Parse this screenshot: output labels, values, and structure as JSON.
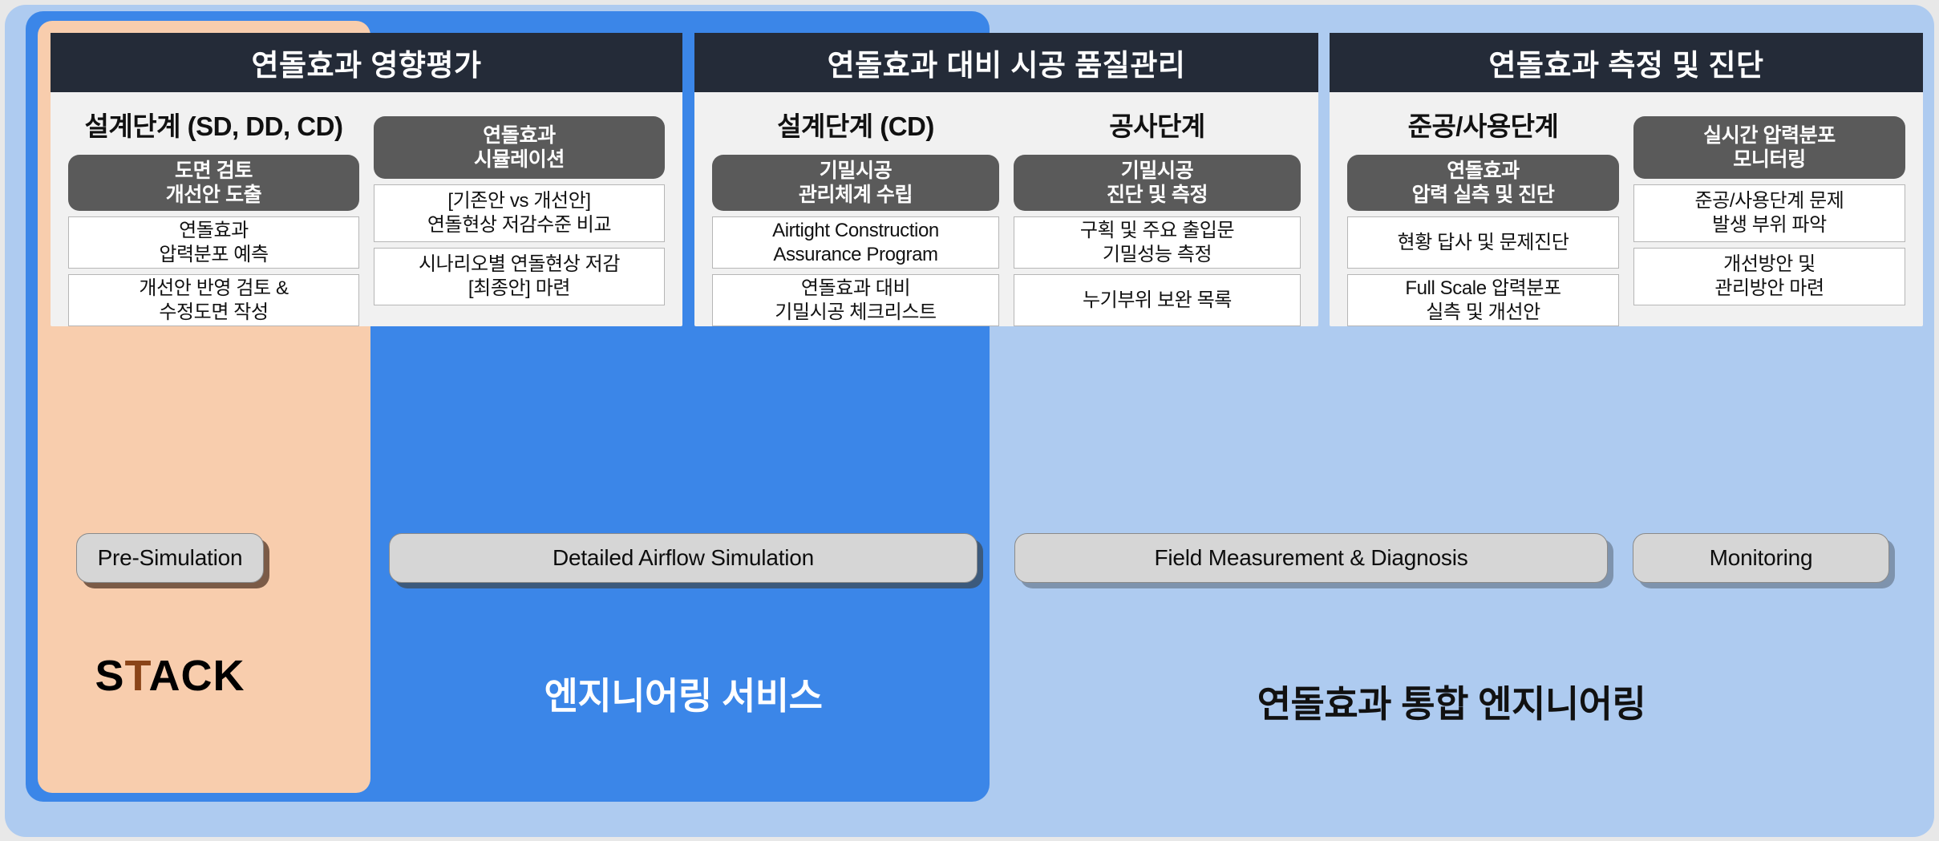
{
  "colors": {
    "outer_background": "#e8e8e8",
    "light_blue_container": "#aecbf0",
    "blue_container": "#3b86e8",
    "peach_band": "#f8cdad",
    "panel_background": "#f1f1f1",
    "panel_header": "#242b38",
    "dark_chip": "#5a5a5a",
    "white_box": "#ffffff",
    "pill": "#d6d6d6",
    "stack_accent": "#8a4418"
  },
  "panels": [
    {
      "title": "연돌효과 영향평가",
      "columns": [
        {
          "stage": "설계단계 (SD, DD, CD)",
          "chip": "도면 검토\n개선안 도출",
          "chip_lines": [
            "도면 검토",
            "개선안 도출"
          ],
          "items": [
            {
              "lines": [
                "연돌효과",
                "압력분포 예측"
              ]
            },
            {
              "lines": [
                "개선안 반영 검토 &",
                "수정도면 작성"
              ]
            }
          ]
        },
        {
          "stage": "",
          "chip_lines": [
            "연돌효과",
            "시뮬레이션"
          ],
          "items": [
            {
              "lines": [
                "[기존안 vs 개선안]",
                "연돌현상 저감수준 비교"
              ]
            },
            {
              "lines": [
                "시나리오별 연돌현상 저감",
                "[최종안] 마련"
              ]
            }
          ]
        }
      ]
    },
    {
      "title": "연돌효과 대비 시공 품질관리",
      "columns": [
        {
          "stage": "설계단계 (CD)",
          "chip_lines": [
            "기밀시공",
            "관리체계 수립"
          ],
          "items": [
            {
              "lines": [
                "Airtight Construction",
                "Assurance Program"
              ]
            },
            {
              "lines": [
                "연돌효과 대비",
                "기밀시공 체크리스트"
              ]
            }
          ]
        },
        {
          "stage": "공사단계",
          "chip_lines": [
            "기밀시공",
            "진단 및 측정"
          ],
          "items": [
            {
              "lines": [
                "구획 및 주요 출입문",
                "기밀성능 측정"
              ]
            },
            {
              "lines": [
                "누기부위 보완 목록"
              ]
            }
          ]
        }
      ]
    },
    {
      "title": "연돌효과 측정 및 진단",
      "columns": [
        {
          "stage": "준공/사용단계",
          "chip_lines": [
            "연돌효과",
            "압력 실측 및 진단"
          ],
          "items": [
            {
              "lines": [
                "현황 답사 및 문제진단"
              ]
            },
            {
              "lines": [
                "Full Scale 압력분포",
                "실측 및 개선안"
              ]
            }
          ]
        },
        {
          "stage": "",
          "chip_lines": [
            "실시간 압력분포",
            "모니터링"
          ],
          "items": [
            {
              "lines": [
                "준공/사용단계 문제",
                "발생 부위 파악"
              ]
            },
            {
              "lines": [
                "개선방안 및",
                "관리방안 마련"
              ]
            }
          ]
        }
      ]
    }
  ],
  "pills": [
    {
      "label": "Pre-Simulation"
    },
    {
      "label": "Detailed Airflow Simulation"
    },
    {
      "label": "Field Measurement & Diagnosis"
    },
    {
      "label": "Monitoring"
    }
  ],
  "brand": {
    "stack_part1": "S",
    "stack_accent": "T",
    "stack_part2": "ACK"
  },
  "footer_labels": {
    "engineering_service": "엔지니어링 서비스",
    "integrated_engineering": "연돌효과 통합 엔지니어링"
  }
}
